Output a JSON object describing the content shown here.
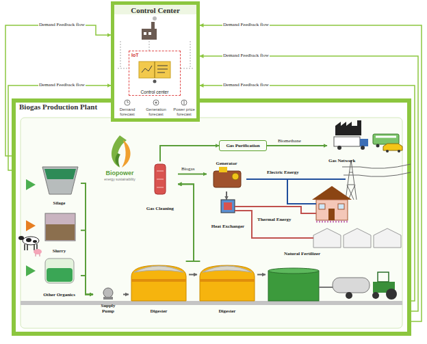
{
  "diagram": {
    "nodes": [
      {
        "text": [
          "Control Center"
        ]
      },
      {
        "text": [
          "Control center"
        ],
        "in": 0
      },
      {
        "text": [
          "Biogas Production Plant"
        ]
      },
      {
        "text": [
          "Silage"
        ],
        "in": 2
      },
      {
        "text": [
          "Slurry"
        ],
        "in": 2
      },
      {
        "text": [
          "Other Organics"
        ],
        "in": 2
      },
      {
        "text": [
          "Supply Pump"
        ],
        "in": 2
      },
      {
        "text": [
          "Digester"
        ],
        "in": 2
      },
      {
        "text": [
          "Digester"
        ],
        "in": 2
      },
      {
        "text": [
          "Natural Fertilizer"
        ],
        "in": 2
      },
      {
        "text": [
          "Gas Cleaning"
        ],
        "in": 2
      },
      {
        "text": [
          "Generator"
        ],
        "in": 2
      },
      {
        "text": [
          "Heat Exchanger"
        ],
        "in": 2
      },
      {
        "text": [
          "Gas Purification"
        ],
        "in": 2
      },
      {
        "text": [
          "Gas Network"
        ],
        "in": 2
      }
    ],
    "edges": [
      {
        "from": 2,
        "to": 0,
        "label": "Demand Feedback flow",
        "arrow": "to"
      },
      {
        "from": 2,
        "to": 0,
        "label": "Demand Feedback flow",
        "arrow": "to"
      },
      {
        "from": 2,
        "to": 0,
        "label": "Demand Feedback flow",
        "arrow": "to"
      },
      {
        "from": 2,
        "to": 0,
        "label": "Demand Feedback flow",
        "arrow": "to"
      },
      {
        "from": 2,
        "to": 0,
        "label": "Demand Feedback flow",
        "arrow": "to"
      },
      {
        "from": 3,
        "to": 6,
        "arrow": "to"
      },
      {
        "from": 4,
        "to": 6,
        "arrow": "to"
      },
      {
        "from": 5,
        "to": 6,
        "arrow": "to"
      },
      {
        "from": 6,
        "to": 7,
        "arrow": "to"
      },
      {
        "from": 7,
        "to": 8,
        "arrow": "to"
      },
      {
        "from": 8,
        "to": 9,
        "arrow": "to"
      },
      {
        "from": 7,
        "to": 10,
        "arrow": "to"
      },
      {
        "from": 8,
        "to": 10,
        "arrow": "to"
      },
      {
        "from": 10,
        "to": 11,
        "label": "Biogas",
        "arrow": "to"
      },
      {
        "from": 10,
        "to": 13,
        "arrow": "to"
      },
      {
        "from": 13,
        "to": 14,
        "label": "Biomethane",
        "arrow": "to"
      },
      {
        "from": 11,
        "to": 12,
        "arrow": "to"
      }
    ],
    "labels": [
      "IoT",
      "Demand forecast",
      "Generation forecast",
      "Power price forecast",
      "Biopower",
      "energy sustainability",
      "Electric Energy",
      "Thermal Energy"
    ]
  }
}
